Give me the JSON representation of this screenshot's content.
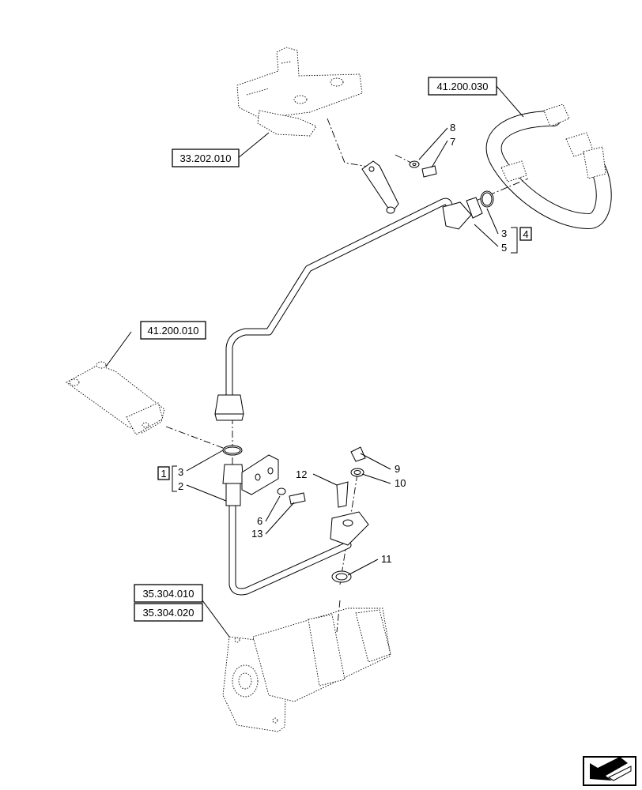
{
  "references": {
    "r1": "41.200.030",
    "r2": "33.202.010",
    "r3": "41.200.010",
    "r4": "35.304.010",
    "r5": "35.304.020"
  },
  "callouts": {
    "c8": "8",
    "c7": "7",
    "c3a": "3",
    "c5": "5",
    "c4": "4",
    "c1": "1",
    "c3b": "3",
    "c2": "2",
    "c6": "6",
    "c13": "13",
    "c12": "12",
    "c9": "9",
    "c10": "10",
    "c11": "11"
  },
  "nav": {
    "icon": "next-page-arrow-icon"
  }
}
